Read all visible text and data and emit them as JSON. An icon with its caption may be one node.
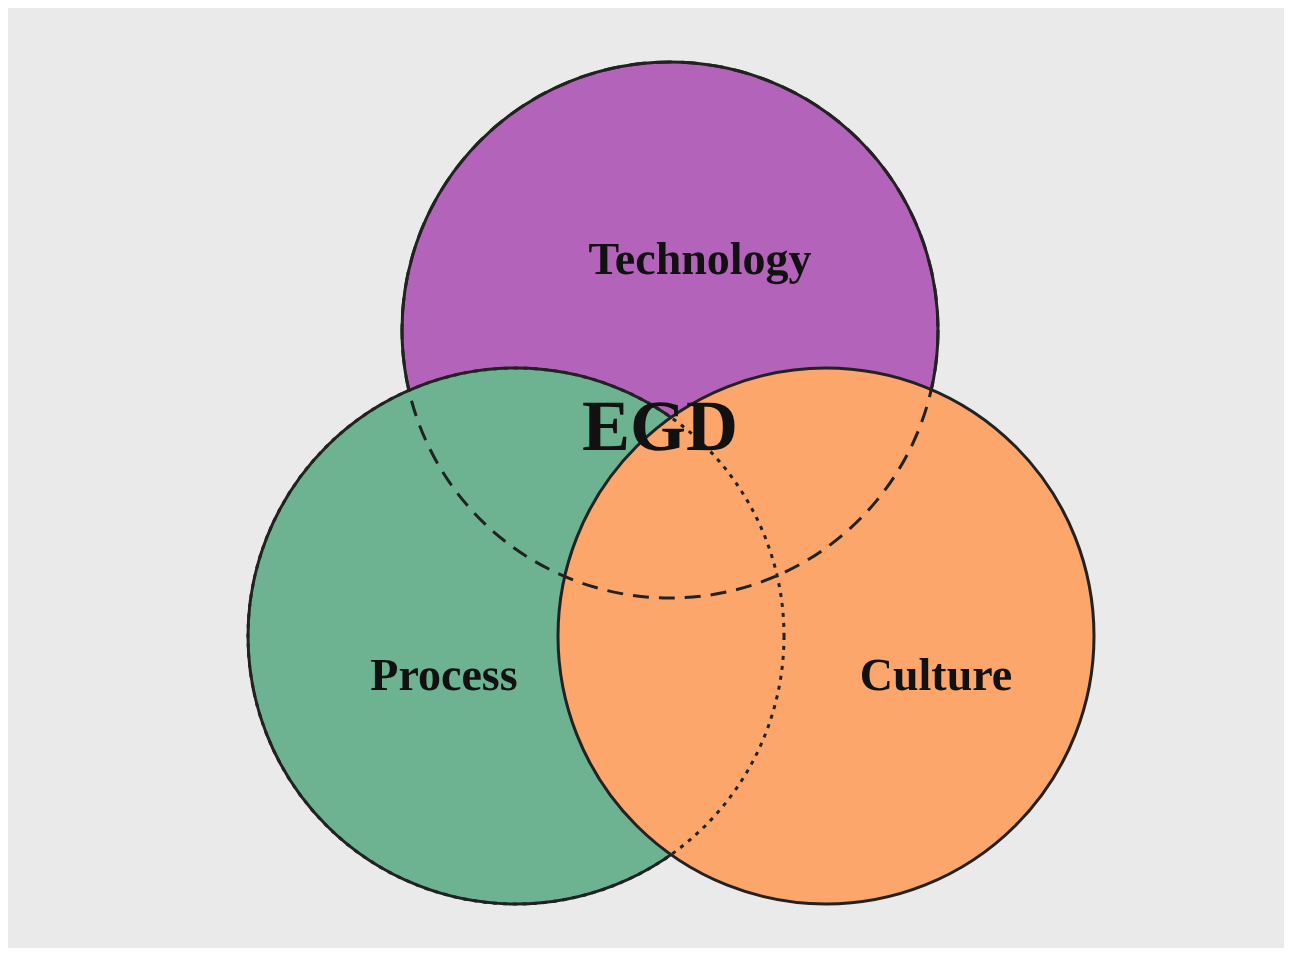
{
  "diagram": {
    "nodes": [
      {
        "text": [
          "Technology"
        ]
      },
      {
        "text": [
          "Process"
        ]
      },
      {
        "text": [
          "Culture"
        ]
      }
    ],
    "labels": [
      "EGD"
    ]
  }
}
